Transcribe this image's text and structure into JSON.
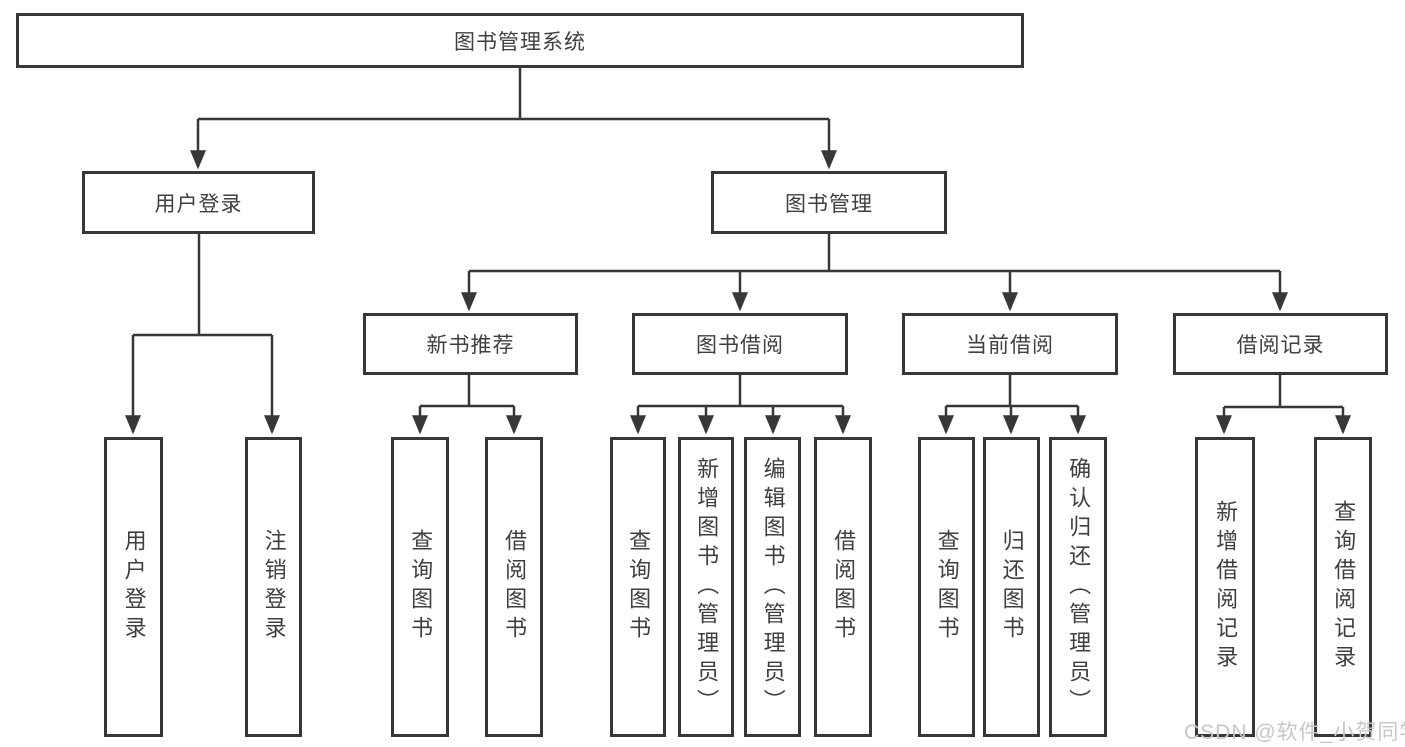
{
  "diagram": {
    "type": "hierarchy-tree",
    "watermark": "CSDN @软件_小贺同学",
    "colors": {
      "line": "#373737",
      "border": "#373737",
      "text": "#3f3f3f",
      "background": "#ffffff",
      "watermark": "#c9c6c6"
    },
    "root": {
      "label": "图书管理系统"
    },
    "branches": [
      {
        "label": "用户登录",
        "children": [
          {
            "label": "用户登录"
          },
          {
            "label": "注销登录"
          }
        ]
      },
      {
        "label": "图书管理",
        "children": [
          {
            "label": "新书推荐",
            "children": [
              {
                "label": "查询图书"
              },
              {
                "label": "借阅图书"
              }
            ]
          },
          {
            "label": "图书借阅",
            "children": [
              {
                "label": "查询图书"
              },
              {
                "label": "新增图书（管理员）"
              },
              {
                "label": "编辑图书（管理员）"
              },
              {
                "label": "借阅图书"
              }
            ]
          },
          {
            "label": "当前借阅",
            "children": [
              {
                "label": "查询图书"
              },
              {
                "label": "归还图书"
              },
              {
                "label": "确认归还（管理员）"
              }
            ]
          },
          {
            "label": "借阅记录",
            "children": [
              {
                "label": "新增借阅记录"
              },
              {
                "label": "查询借阅记录"
              }
            ]
          }
        ]
      }
    ]
  }
}
